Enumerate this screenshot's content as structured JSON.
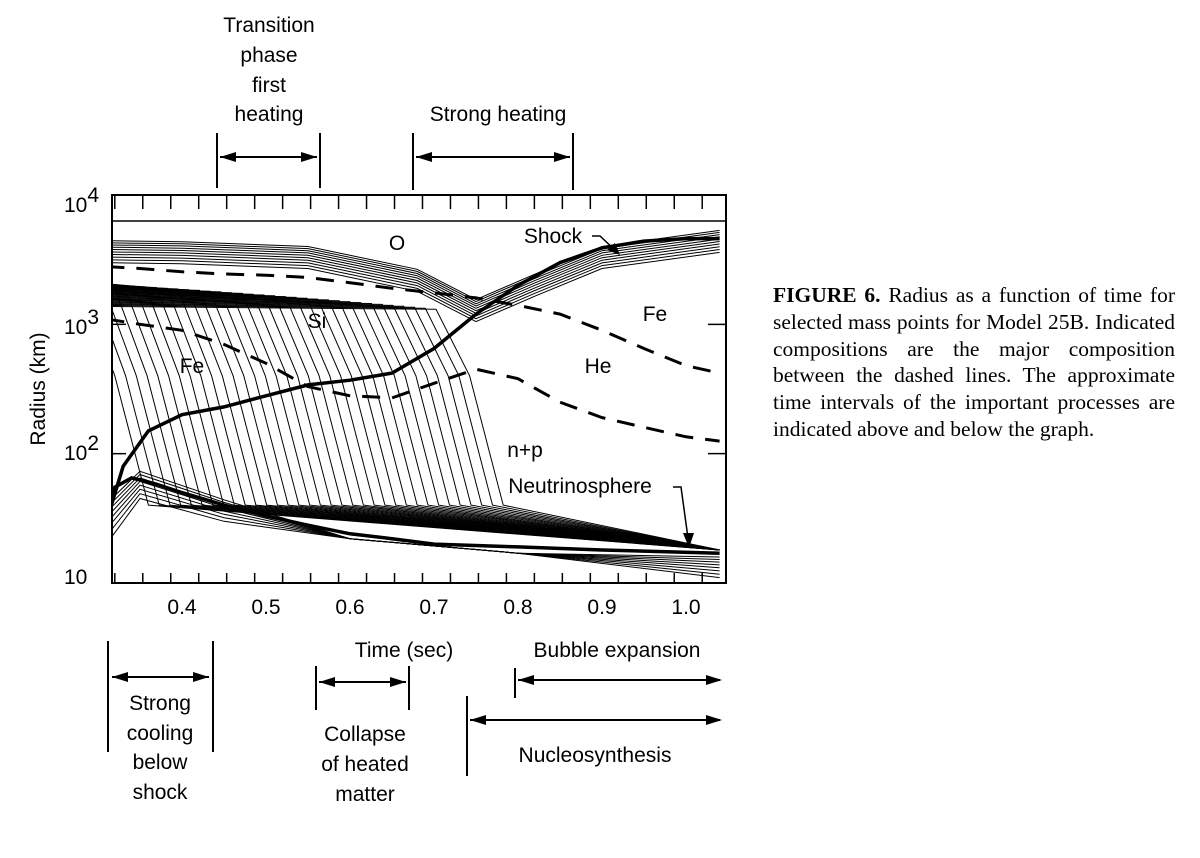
{
  "chart_data": {
    "type": "line",
    "xlabel": "Time (sec)",
    "ylabel": "Radius (km)",
    "xlim": [
      0.31,
      1.04
    ],
    "ylim": [
      10,
      10000
    ],
    "yscale": "log",
    "x_ticks": [
      "0.4",
      "0.5",
      "0.6",
      "0.7",
      "0.8",
      "0.9",
      "1.0"
    ],
    "x_tick_values": [
      0.4,
      0.5,
      0.6,
      0.7,
      0.8,
      0.9,
      1.0
    ],
    "y_ticks": [
      {
        "value": 10000,
        "base": "10",
        "exp": "4"
      },
      {
        "value": 1000,
        "base": "10",
        "exp": "3"
      },
      {
        "value": 100,
        "base": "10",
        "exp": "2"
      },
      {
        "value": 10,
        "base": "10",
        "exp": ""
      }
    ],
    "region_labels": [
      "O",
      "Si",
      "Fe",
      "Fe",
      "He",
      "n+p"
    ],
    "annotations": [
      "Shock",
      "Neutrinosphere"
    ],
    "series": [
      {
        "style": "thick",
        "x": [
          0.31,
          0.33,
          0.36,
          0.4,
          0.45,
          0.5,
          0.55,
          0.6,
          0.65,
          0.7,
          0.75,
          0.8,
          0.85,
          0.9,
          0.95,
          1.0,
          1.04
        ],
        "y": [
          30,
          80,
          150,
          200,
          230,
          280,
          340,
          370,
          420,
          650,
          1200,
          2000,
          3000,
          3900,
          4400,
          4600,
          4600
        ]
      },
      {
        "style": "thick",
        "x": [
          0.31,
          0.32,
          0.34,
          0.37,
          0.4,
          0.45,
          0.5,
          0.55,
          0.6,
          0.65,
          0.7,
          0.8,
          0.9,
          1.04
        ],
        "y": [
          30,
          55,
          65,
          58,
          50,
          40,
          33,
          28,
          24,
          22,
          20,
          19,
          18,
          17
        ]
      },
      {
        "style": "dashed",
        "x": [
          0.31,
          0.35,
          0.4,
          0.45,
          0.5,
          0.55,
          0.6,
          0.65,
          0.7,
          0.75,
          0.8,
          0.85,
          0.9,
          0.95,
          1.0,
          1.04
        ],
        "y": [
          2800,
          2700,
          2550,
          2450,
          2400,
          2300,
          2100,
          1900,
          1750,
          1600,
          1400,
          1200,
          900,
          650,
          480,
          420
        ]
      },
      {
        "style": "dashed",
        "x": [
          0.31,
          0.35,
          0.4,
          0.45,
          0.5,
          0.55,
          0.6,
          0.65,
          0.7,
          0.75,
          0.8,
          0.85,
          0.9,
          0.95,
          1.0,
          1.04
        ],
        "y": [
          1100,
          1000,
          900,
          700,
          500,
          330,
          280,
          270,
          350,
          450,
          380,
          250,
          190,
          160,
          135,
          125
        ]
      }
    ]
  },
  "top_intervals": [
    {
      "lines": [
        "Transition",
        "phase",
        "first",
        "heating"
      ]
    },
    {
      "lines": [
        "Strong heating"
      ]
    }
  ],
  "bottom_intervals": [
    {
      "lines": [
        "Strong",
        "cooling",
        "below",
        "shock"
      ]
    },
    {
      "lines": [
        "Collapse",
        "of heated",
        "matter"
      ]
    },
    {
      "lines": [
        "Bubble expansion"
      ]
    },
    {
      "lines": [
        "Nucleosynthesis"
      ]
    }
  ],
  "caption": {
    "label": "FIGURE 6.",
    "text": "Radius as a function of time for selected mass points for Model 25B. Indicated compositions are the major composition between the dashed lines. The approximate time intervals of the important processes are indicated above and below the graph."
  }
}
